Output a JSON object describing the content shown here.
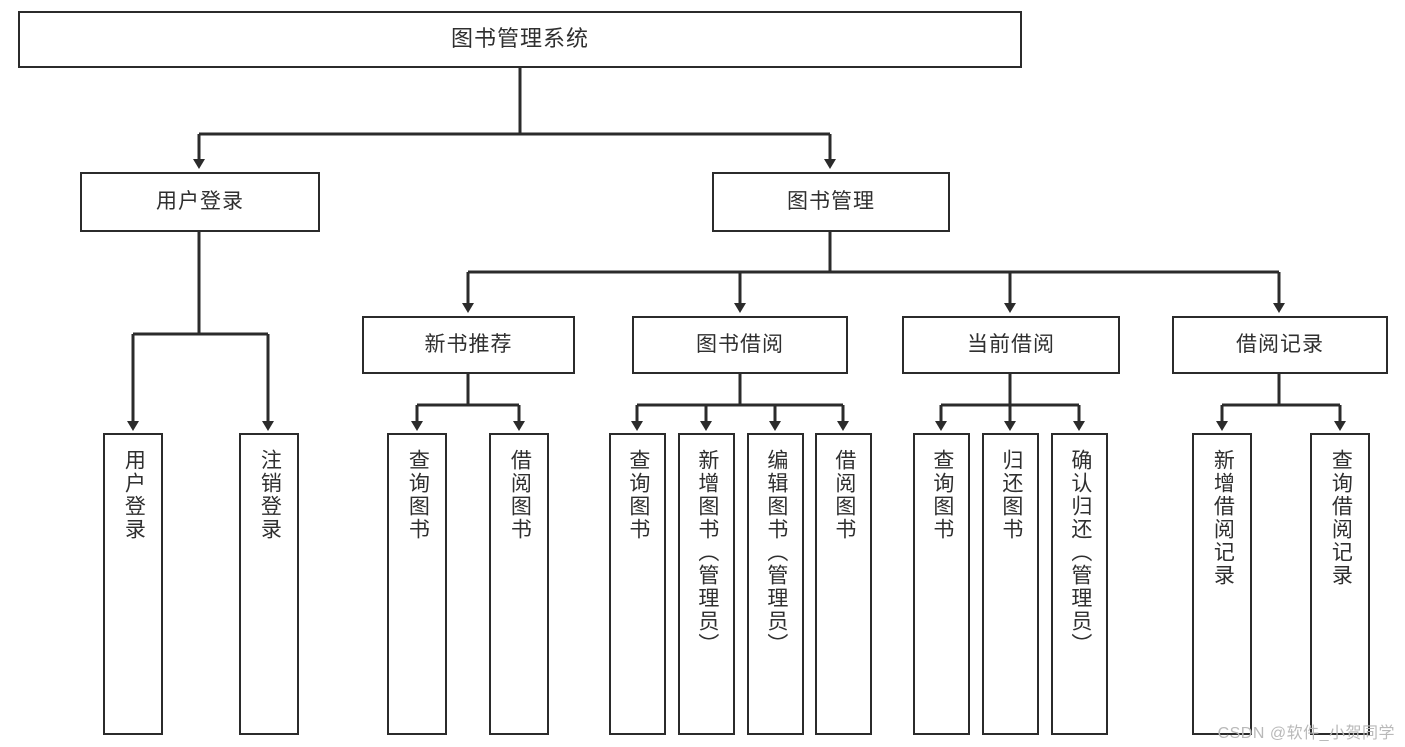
{
  "diagram": {
    "type": "tree",
    "title": "图书管理系统",
    "colors": {
      "box_border": "#2b2b2b",
      "box_fill": "#ffffff",
      "text": "#2f2f2f",
      "connector": "#2b2b2b",
      "watermark": "#b9b9b9",
      "background": "#ffffff"
    },
    "root": {
      "label": "图书管理系统"
    },
    "level2": [
      {
        "label": "用户登录"
      },
      {
        "label": "图书管理"
      }
    ],
    "level3": [
      {
        "label": "新书推荐"
      },
      {
        "label": "图书借阅"
      },
      {
        "label": "当前借阅"
      },
      {
        "label": "借阅记录"
      }
    ],
    "leaves": {
      "user_login": [
        {
          "label": "用户登录"
        },
        {
          "label": "注销登录"
        }
      ],
      "new_book_recommend": [
        {
          "label": "查询图书"
        },
        {
          "label": "借阅图书"
        }
      ],
      "book_borrow": [
        {
          "label": "查询图书"
        },
        {
          "label": "新增图书（管理员）"
        },
        {
          "label": "编辑图书（管理员）"
        },
        {
          "label": "借阅图书"
        }
      ],
      "current_borrow": [
        {
          "label": "查询图书"
        },
        {
          "label": "归还图书"
        },
        {
          "label": "确认归还（管理员）"
        }
      ],
      "borrow_record": [
        {
          "label": "新增借阅记录"
        },
        {
          "label": "查询借阅记录"
        }
      ]
    }
  },
  "watermark": {
    "text": "CSDN @软件_小贺同学"
  }
}
